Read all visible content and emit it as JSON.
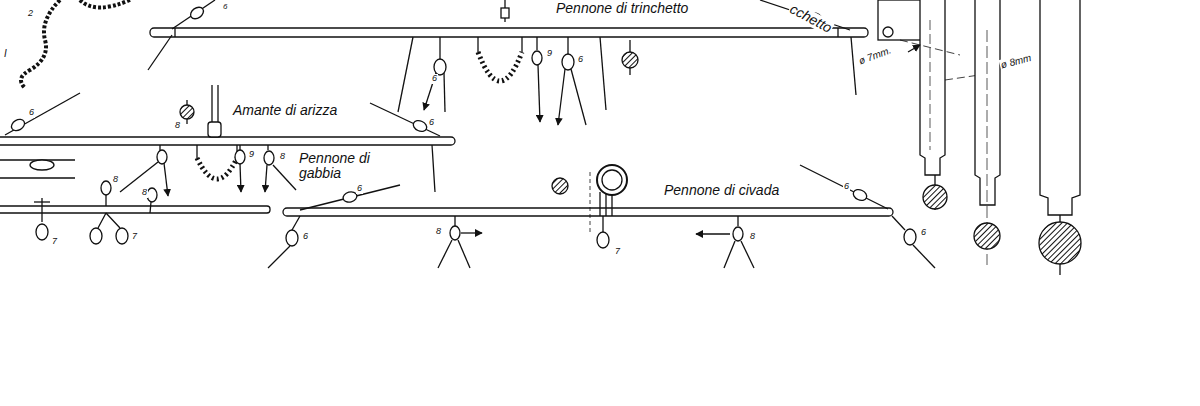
{
  "diagram": {
    "labels": [
      "Pennone di trinchetto",
      "cchetto",
      "Amante di arizza",
      "Pennone di gabbia",
      "Pennone di civada",
      "ø 7mm.",
      "ø 8mm",
      "2",
      "I",
      "6",
      "6",
      "9",
      "6",
      "6",
      "6",
      "8",
      "9",
      "8",
      "8",
      "8",
      "7",
      "7",
      "6",
      "6",
      "8",
      "7",
      "8",
      "6",
      "6"
    ]
  }
}
